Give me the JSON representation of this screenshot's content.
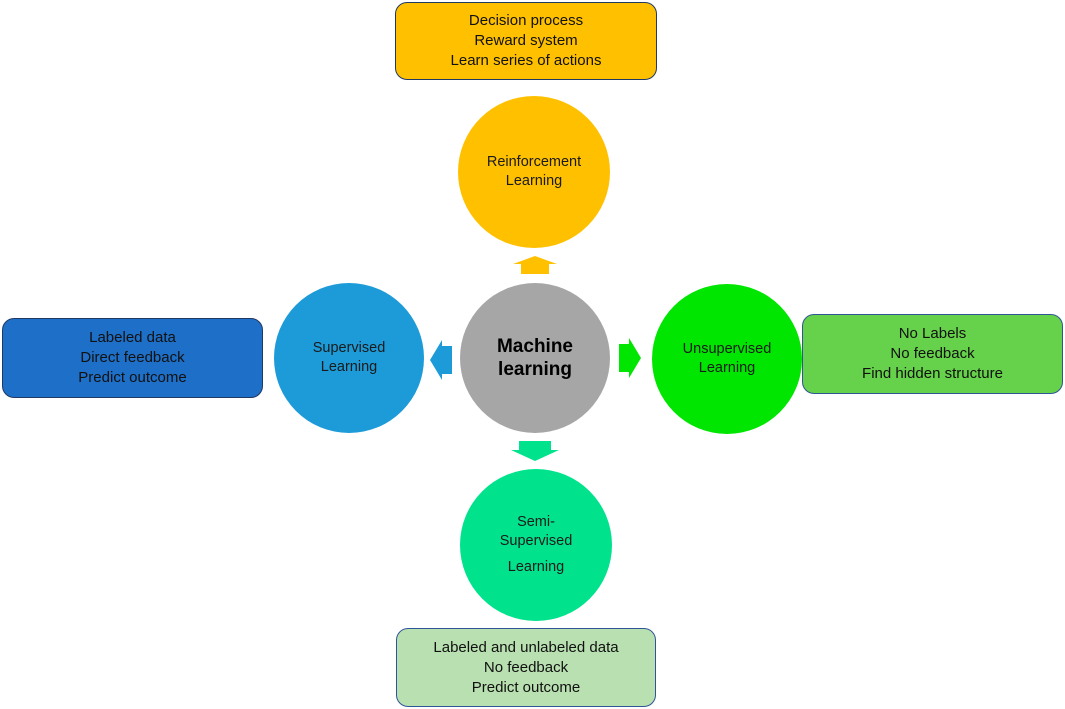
{
  "center": {
    "line1": "Machine",
    "line2": "learning",
    "color": "#a6a6a6"
  },
  "nodes": {
    "reinforcement": {
      "lines": [
        "Reinforcement",
        "Learning"
      ],
      "color": "#ffc000",
      "box_lines": [
        "Decision process",
        "Reward system",
        "Learn series of actions"
      ],
      "box_color": "#ffc000",
      "box_border": "#1f3864"
    },
    "supervised": {
      "lines": [
        "Supervised",
        "Learning"
      ],
      "color": "#1c9bd8",
      "box_lines": [
        "Labeled data",
        "Direct feedback",
        "Predict outcome"
      ],
      "box_color": "#1e6fc7",
      "box_border": "#1f3864"
    },
    "unsupervised": {
      "lines": [
        "Unsupervised",
        "Learning"
      ],
      "color": "#00e600",
      "box_lines": [
        "No Labels",
        "No feedback",
        "Find hidden structure"
      ],
      "box_color": "#66d14a",
      "box_border": "#2f5597"
    },
    "semi_supervised": {
      "lines": [
        "Semi-",
        "Supervised",
        "Learning"
      ],
      "color": "#00e38c",
      "box_lines": [
        "Labeled and unlabeled data",
        "No feedback",
        "Predict outcome"
      ],
      "box_color": "#b8e0b0",
      "box_border": "#2f5597"
    }
  }
}
